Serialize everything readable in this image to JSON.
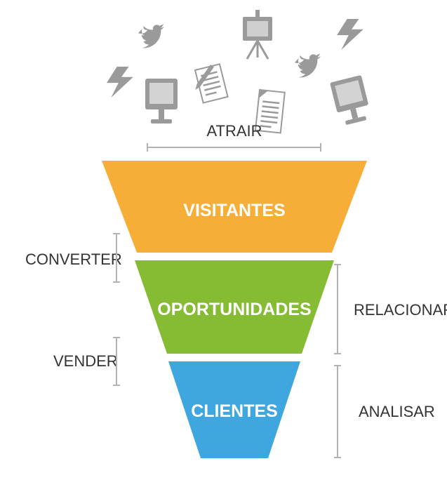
{
  "funnel": {
    "stages": [
      {
        "label": "VISITANTES",
        "color": "#f6ae38"
      },
      {
        "label": "OPORTUNIDADES",
        "color": "#86bb34"
      },
      {
        "label": "CLIENTES",
        "color": "#3fa7e0"
      }
    ]
  },
  "labels": {
    "attract": "ATRAIR",
    "convert": "CONVERTER",
    "sell": "VENDER",
    "relate": "RELACIONAR",
    "analyze": "ANALISAR"
  },
  "icons": [
    "twitter-icon",
    "easel-icon",
    "lightning-icon",
    "monitor-icon",
    "document-icon",
    "pencil-icon"
  ]
}
